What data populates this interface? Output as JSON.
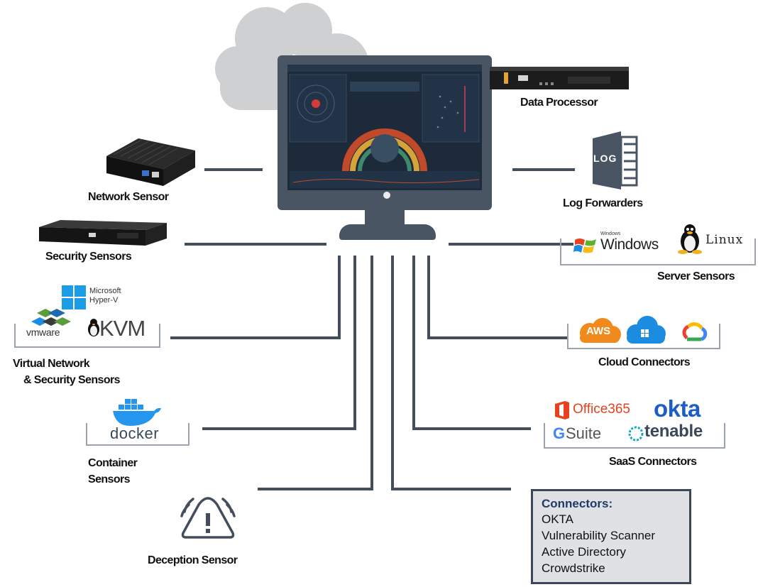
{
  "labels": {
    "data_processor": "Data Processor",
    "log_forwarders": "Log Forwarders",
    "network_sensor": "Network Sensor",
    "security_sensors": "Security Sensors",
    "server_sensors": "Server Sensors",
    "virtual_sensors_line1": "Virtual Network",
    "virtual_sensors_line2": "& Security Sensors",
    "cloud_connectors": "Cloud Connectors",
    "container_sensors_line1": "Container",
    "container_sensors_line2": "Sensors",
    "saas_connectors": "SaaS Connectors",
    "deception_sensor": "Deception Sensor"
  },
  "logos": {
    "log_badge": "LOG",
    "windows": "Windows",
    "windows_small": "Windows",
    "linux": "Linux",
    "hyperv_line1": "Microsoft",
    "hyperv_line2": "Hyper-V",
    "vmware": "vmware",
    "kvm": "KVM",
    "aws": "AWS",
    "docker": "docker",
    "office365": "Office365",
    "okta": "okta",
    "gsuite_g": "G",
    "gsuite": "Suite",
    "tenable": "tenable"
  },
  "connectors_box": {
    "title": "Connectors:",
    "items": [
      "OKTA",
      "Vulnerability Scanner",
      "Active Directory",
      "Crowdstrike"
    ]
  },
  "colors": {
    "line": "#434d5c",
    "monitor": "#4a5564",
    "screen_bg": "#1d2a3a",
    "cloud": "#cfd0d2",
    "box_border": "#3b4757",
    "box_bg": "#dfe1e4",
    "connector_title": "#1f3a66",
    "aws_orange": "#f08a1d",
    "azure_blue": "#1c8ce0",
    "office_red": "#e8411f",
    "okta_blue": "#1a5ec6",
    "docker_blue": "#2496ed",
    "tenable_teal": "#18a8c5"
  }
}
